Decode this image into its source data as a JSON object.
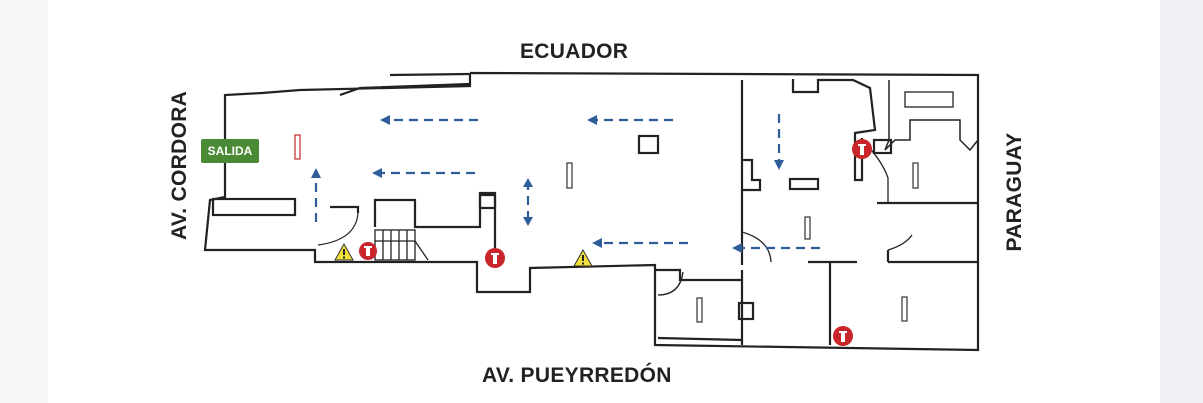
{
  "streets": {
    "top": "ECUADOR",
    "bottom": "AV. PUEYRREDÓN",
    "left": "AV. CORDORA",
    "right": "PARAGUAY"
  },
  "exit_sign": "SALIDA",
  "colors": {
    "wall": "#222222",
    "arrow": "#2f5d9a",
    "extinguisher": "#c8262a",
    "warning": "#f2df3a",
    "exit": "#4a8a34"
  },
  "icons": [
    "fire-extinguisher-icon",
    "warning-triangle-icon",
    "evacuation-arrow-icon"
  ]
}
